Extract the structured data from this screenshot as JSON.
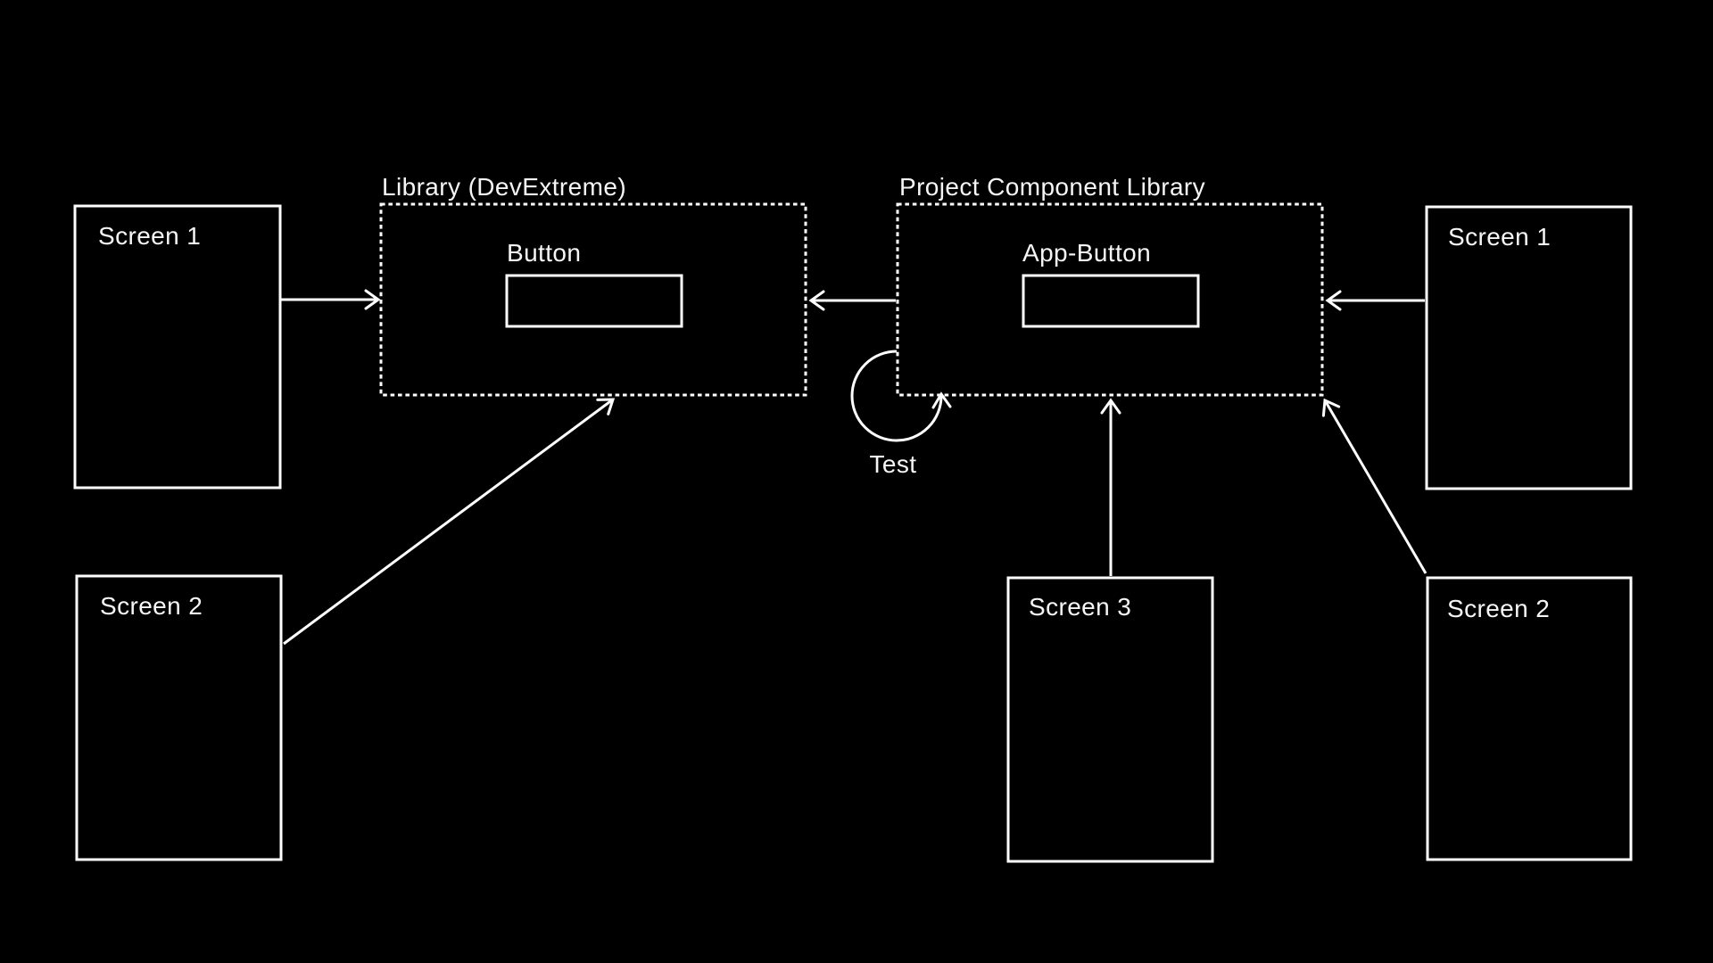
{
  "diagram": {
    "colors": {
      "background": "#000000",
      "stroke": "#ffffff",
      "text": "#f5f5f5"
    },
    "screens": {
      "left_screen_1": "Screen 1",
      "left_screen_2": "Screen 2",
      "screen_3": "Screen 3",
      "right_screen_1": "Screen 1",
      "right_screen_2": "Screen 2"
    },
    "frames": {
      "library": {
        "title": "Library (DevExtreme)",
        "component": "Button"
      },
      "project": {
        "title": "Project Component Library",
        "component": "App-Button"
      }
    },
    "loop": {
      "label": "Test"
    }
  }
}
